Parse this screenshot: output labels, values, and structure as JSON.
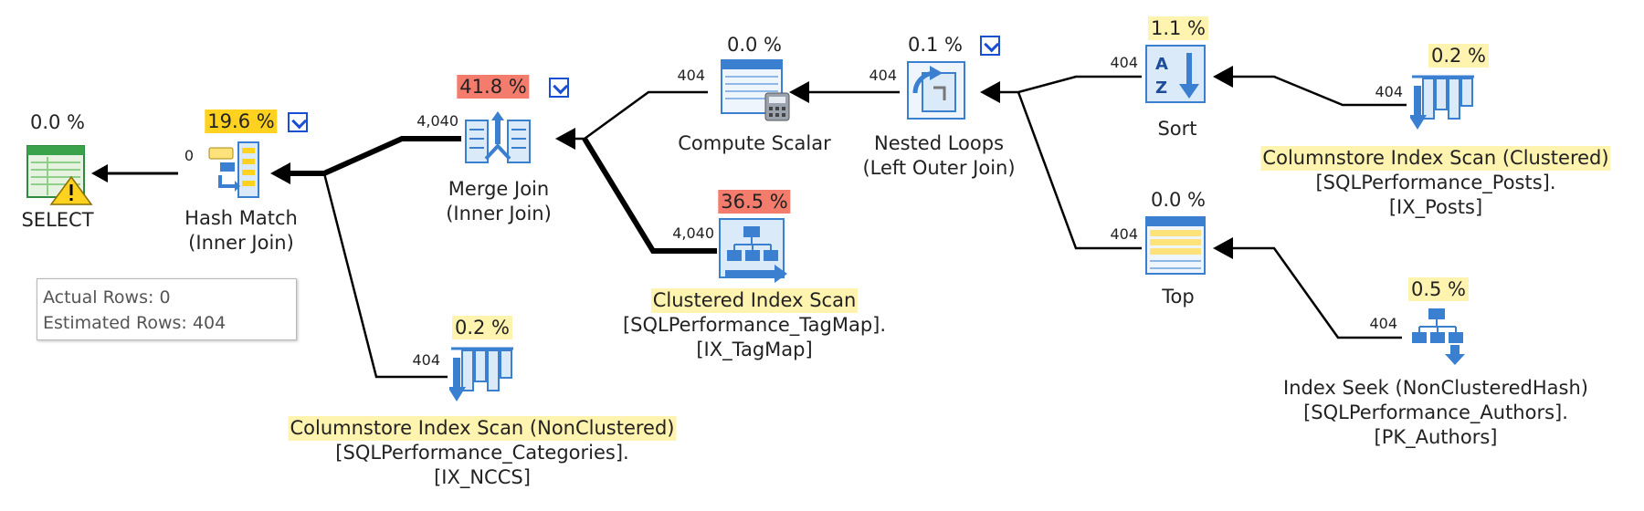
{
  "nodes": {
    "select": {
      "name": "SELECT",
      "cost": "0.0 %"
    },
    "hash_match": {
      "name": "Hash Match",
      "sub": "(Inner Join)",
      "cost": "19.6 %"
    },
    "merge_join": {
      "name": "Merge Join",
      "sub": "(Inner Join)",
      "cost": "41.8 %"
    },
    "compute_scalar": {
      "name": "Compute Scalar",
      "cost": "0.0 %"
    },
    "nested_loops": {
      "name": "Nested Loops",
      "sub": "(Left Outer Join)",
      "cost": "0.1 %"
    },
    "sort": {
      "name": "Sort",
      "cost": "1.1 %"
    },
    "top": {
      "name": "Top",
      "cost": "0.0 %"
    },
    "cs_posts": {
      "name": "Columnstore Index Scan (Clustered)",
      "object": "[SQLPerformance_Posts].",
      "index": "[IX_Posts]",
      "cost": "0.2 %"
    },
    "index_seek": {
      "name": "Index Seek (NonClusteredHash)",
      "object": "[SQLPerformance_Authors].",
      "index": "[PK_Authors]",
      "cost": "0.5 %"
    },
    "clustered_scan": {
      "name": "Clustered Index Scan",
      "object": "[SQLPerformance_TagMap].",
      "index": "[IX_TagMap]",
      "cost": "36.5 %"
    },
    "cs_categories": {
      "name": "Columnstore Index Scan (NonClustered)",
      "object": "[SQLPerformance_Categories].",
      "index": "[IX_NCCS]",
      "cost": "0.2 %"
    }
  },
  "edges": {
    "hash_to_select": "0",
    "merge_to_hash": "4,040",
    "categories_to_hash": "404",
    "compute_to_merge": "404",
    "clustered_to_merge": "4,040",
    "nested_to_compute": "404",
    "sort_to_nested": "404",
    "top_to_nested": "404",
    "posts_to_sort": "404",
    "seek_to_top": "404"
  },
  "tooltip": {
    "actual_rows_label": "Actual Rows:",
    "actual_rows_value": "0",
    "estimated_rows_label": "Estimated Rows:",
    "estimated_rows_value": "404"
  },
  "colors": {
    "highlight_yellow": "#fff3b0",
    "highlight_orange": "#ffd21f",
    "highlight_red": "#f47c6d",
    "warning_box": "#1a4fd4"
  },
  "icons": {
    "select": "select-icon",
    "hash_match": "hash-match-icon",
    "merge_join": "merge-join-icon",
    "compute_scalar": "compute-scalar-icon",
    "nested_loops": "nested-loops-icon",
    "sort": "sort-icon",
    "top": "top-icon",
    "columnstore": "columnstore-scan-icon",
    "clustered_scan": "clustered-index-scan-icon",
    "index_seek": "index-seek-icon"
  }
}
